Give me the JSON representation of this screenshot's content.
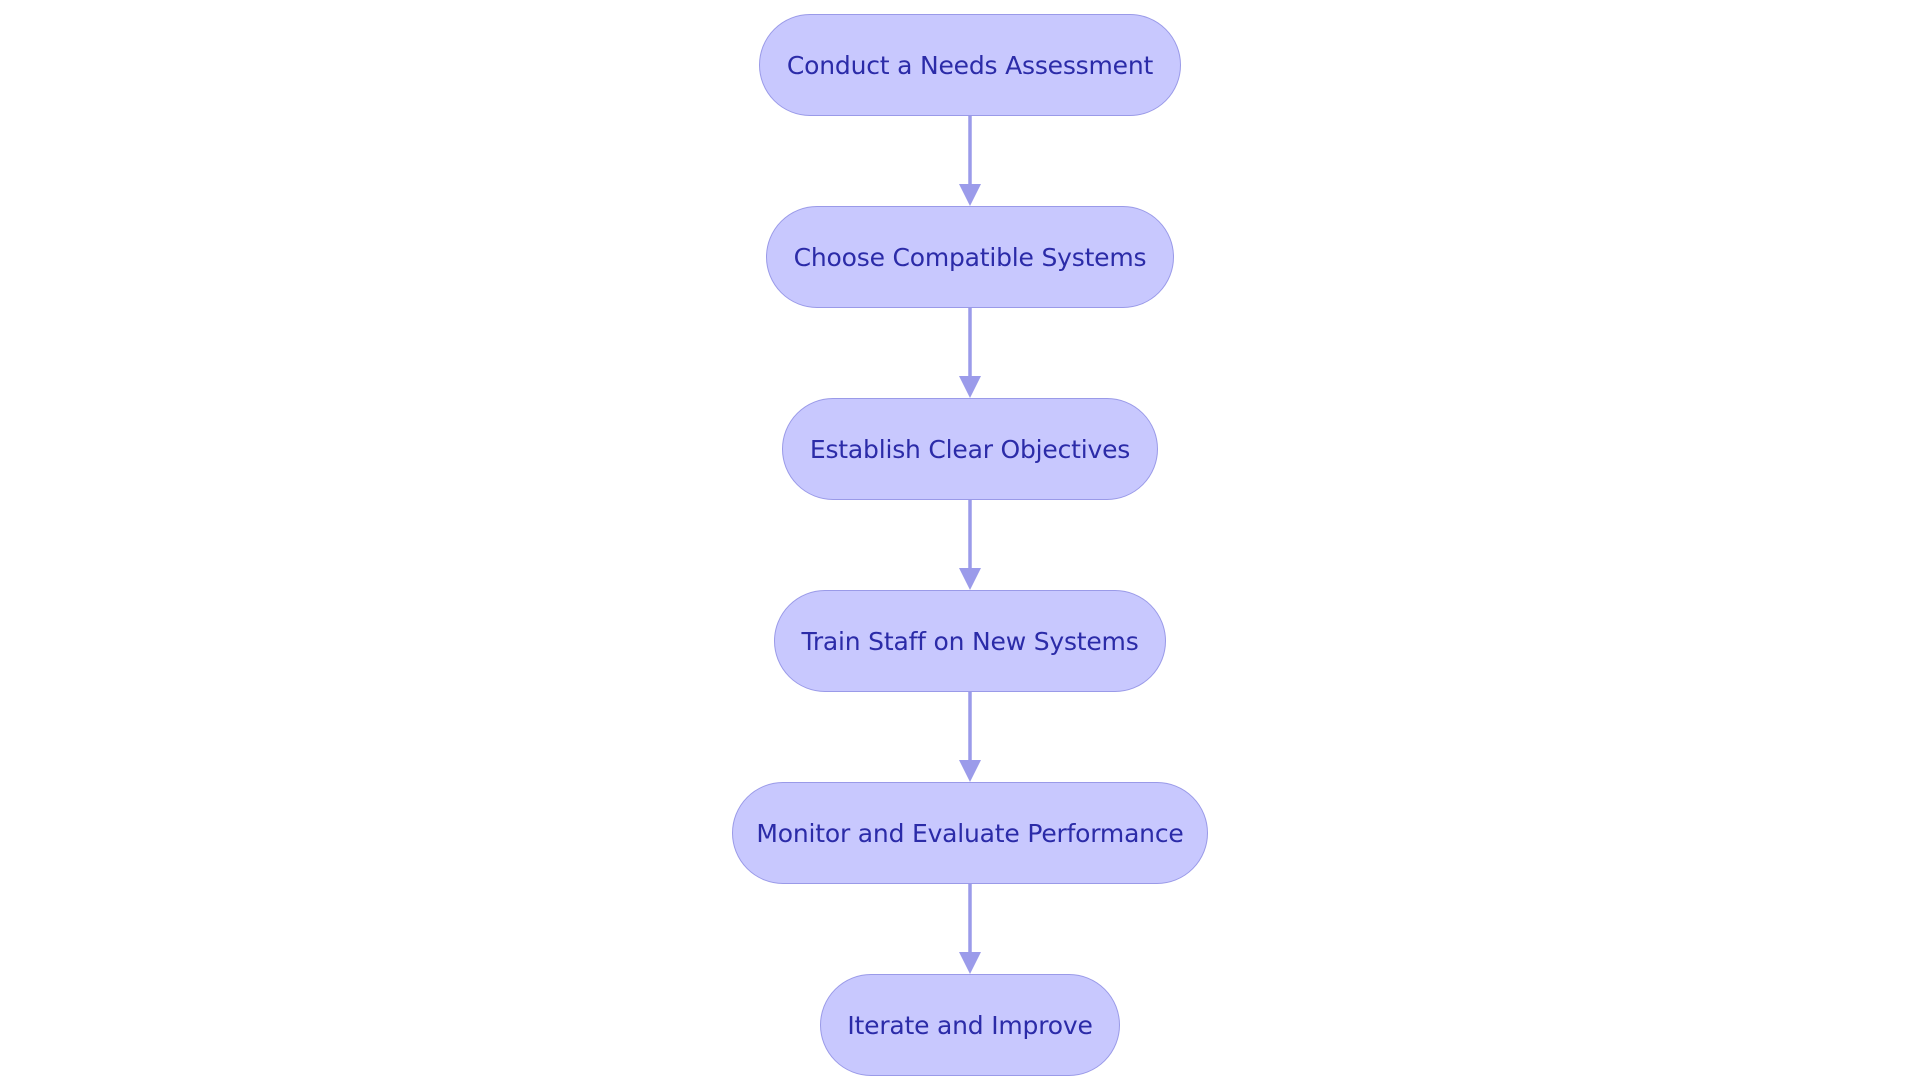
{
  "diagram": {
    "type": "flowchart",
    "direction": "top-to-bottom",
    "colors": {
      "node_fill": "#c8c8fe",
      "node_border": "#9a9ae8",
      "node_text": "#2b2ba8",
      "edge": "#9b9bea"
    },
    "nodes": [
      {
        "id": "n1",
        "label": "Conduct a Needs Assessment"
      },
      {
        "id": "n2",
        "label": "Choose Compatible Systems"
      },
      {
        "id": "n3",
        "label": "Establish Clear Objectives"
      },
      {
        "id": "n4",
        "label": "Train Staff on New Systems"
      },
      {
        "id": "n5",
        "label": "Monitor and Evaluate Performance"
      },
      {
        "id": "n6",
        "label": "Iterate and Improve"
      }
    ],
    "edges": [
      {
        "from": "n1",
        "to": "n2"
      },
      {
        "from": "n2",
        "to": "n3"
      },
      {
        "from": "n3",
        "to": "n4"
      },
      {
        "from": "n4",
        "to": "n5"
      },
      {
        "from": "n5",
        "to": "n6"
      }
    ]
  }
}
